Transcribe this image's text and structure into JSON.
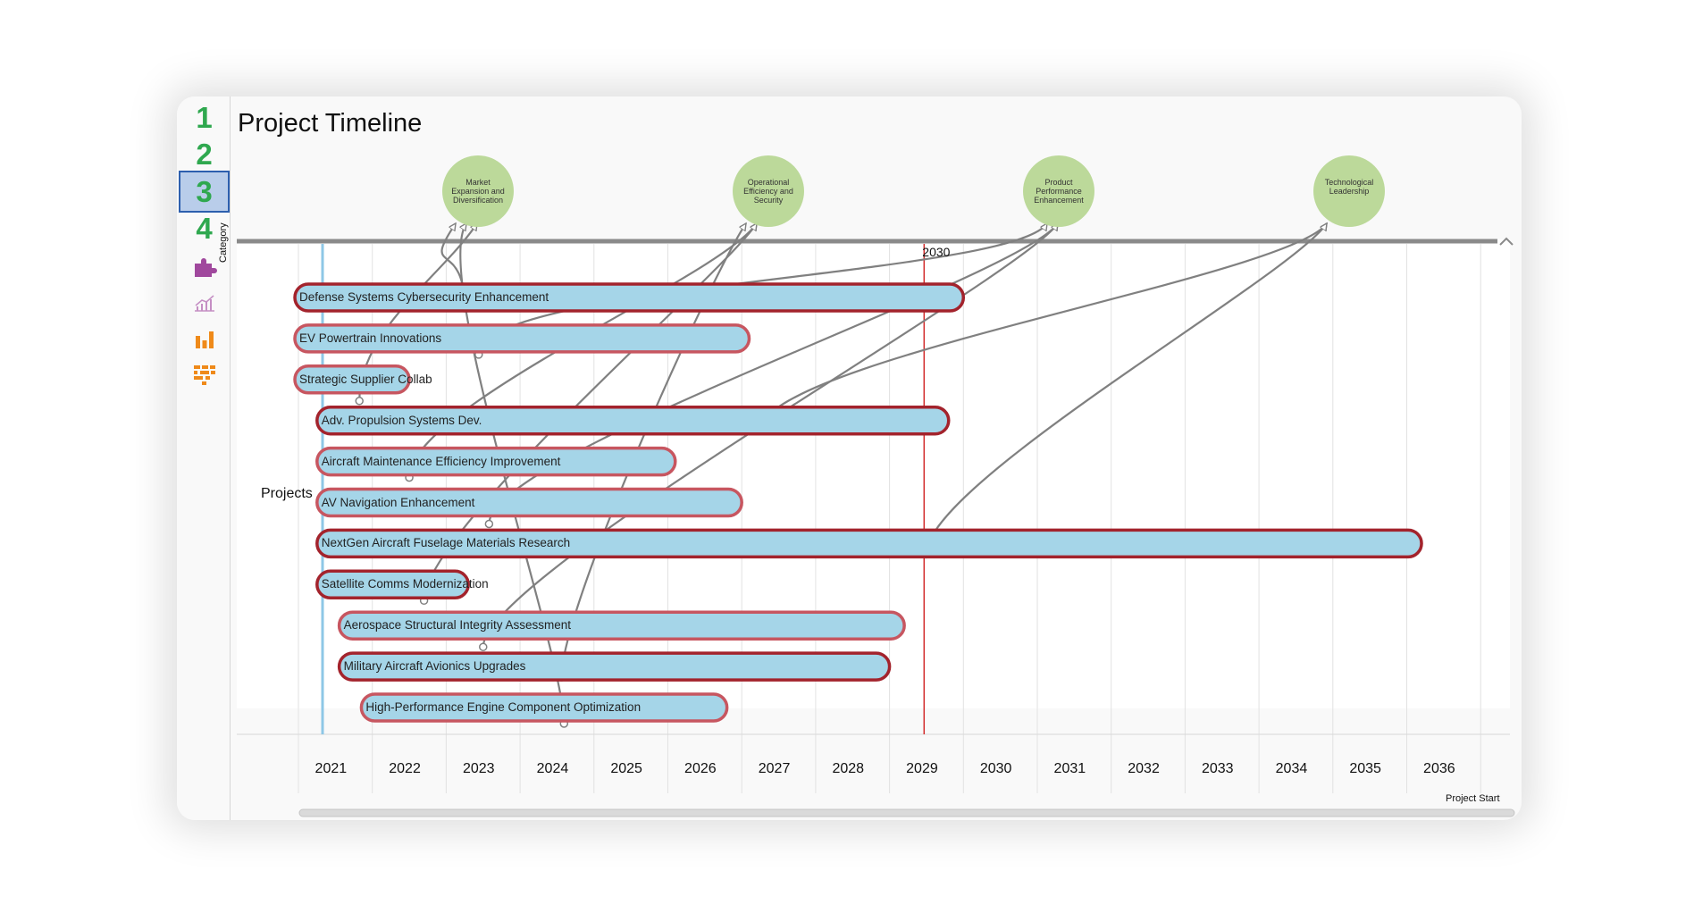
{
  "title": "Project Timeline",
  "sidebar": {
    "items": [
      {
        "label": "1",
        "icon": "step-1"
      },
      {
        "label": "2",
        "icon": "step-2"
      },
      {
        "label": "3",
        "icon": "step-3",
        "active": true
      },
      {
        "label": "4",
        "icon": "step-4"
      },
      {
        "label": "",
        "icon": "puzzle-icon"
      },
      {
        "label": "",
        "icon": "line-chart-icon"
      },
      {
        "label": "",
        "icon": "bar-chart-icon"
      },
      {
        "label": "",
        "icon": "grid-chart-icon"
      }
    ]
  },
  "axis": {
    "category_label": "Category",
    "projects_label": "Projects",
    "years": [
      "2021",
      "2022",
      "2023",
      "2024",
      "2025",
      "2026",
      "2027",
      "2028",
      "2029",
      "2030",
      "2031",
      "2032",
      "2033",
      "2034",
      "2035",
      "2036"
    ],
    "marker_label": "2030",
    "marker_year": 2030,
    "project_start_label": "Project Start"
  },
  "categories": [
    {
      "label": "Market Expansion and Diversification"
    },
    {
      "label": "Operational Efficiency and Security"
    },
    {
      "label": "Product Performance Enhancement"
    },
    {
      "label": "Technological Leadership"
    }
  ],
  "projects": [
    {
      "name": "Defense Systems Cybersecurity Enhancement",
      "start": 2021,
      "end": 2030.0,
      "category": 0
    },
    {
      "name": "EV Powertrain Innovations",
      "start": 2021,
      "end": 2027.1,
      "category": 2
    },
    {
      "name": "Strategic Supplier Collab",
      "start": 2021,
      "end": 2022.5,
      "category": 0
    },
    {
      "name": "Adv. Propulsion Systems Dev.",
      "start": 2021.3,
      "end": 2029.8,
      "category": 3
    },
    {
      "name": "Aircraft Maintenance Efficiency Improvement",
      "start": 2021.3,
      "end": 2026.1,
      "category": 1
    },
    {
      "name": "AV Navigation Enhancement",
      "start": 2021.3,
      "end": 2027.0,
      "category": 2
    },
    {
      "name": "NextGen Aircraft Fuselage Materials Research",
      "start": 2021.3,
      "end": 2036.2,
      "category": 3
    },
    {
      "name": "Satellite Comms Modernization",
      "start": 2021.3,
      "end": 2023.3,
      "category": 1
    },
    {
      "name": "Aerospace Structural Integrity Assessment",
      "start": 2021.6,
      "end": 2029.2,
      "category": 2
    },
    {
      "name": "Military Aircraft Avionics Upgrades",
      "start": 2021.6,
      "end": 2029.0,
      "category": 1
    },
    {
      "name": "High-Performance Engine Component Optimization",
      "start": 2021.9,
      "end": 2026.8,
      "category": 0
    }
  ],
  "colors": {
    "bar_fill": "#a5d5e8",
    "bar_border": "#a3232c",
    "node_fill": "#bcd99a",
    "marker_line": "#d22c2c",
    "connector": "#808080",
    "step_number": "#2fa84f",
    "active_step_bg": "#b9cdea"
  }
}
